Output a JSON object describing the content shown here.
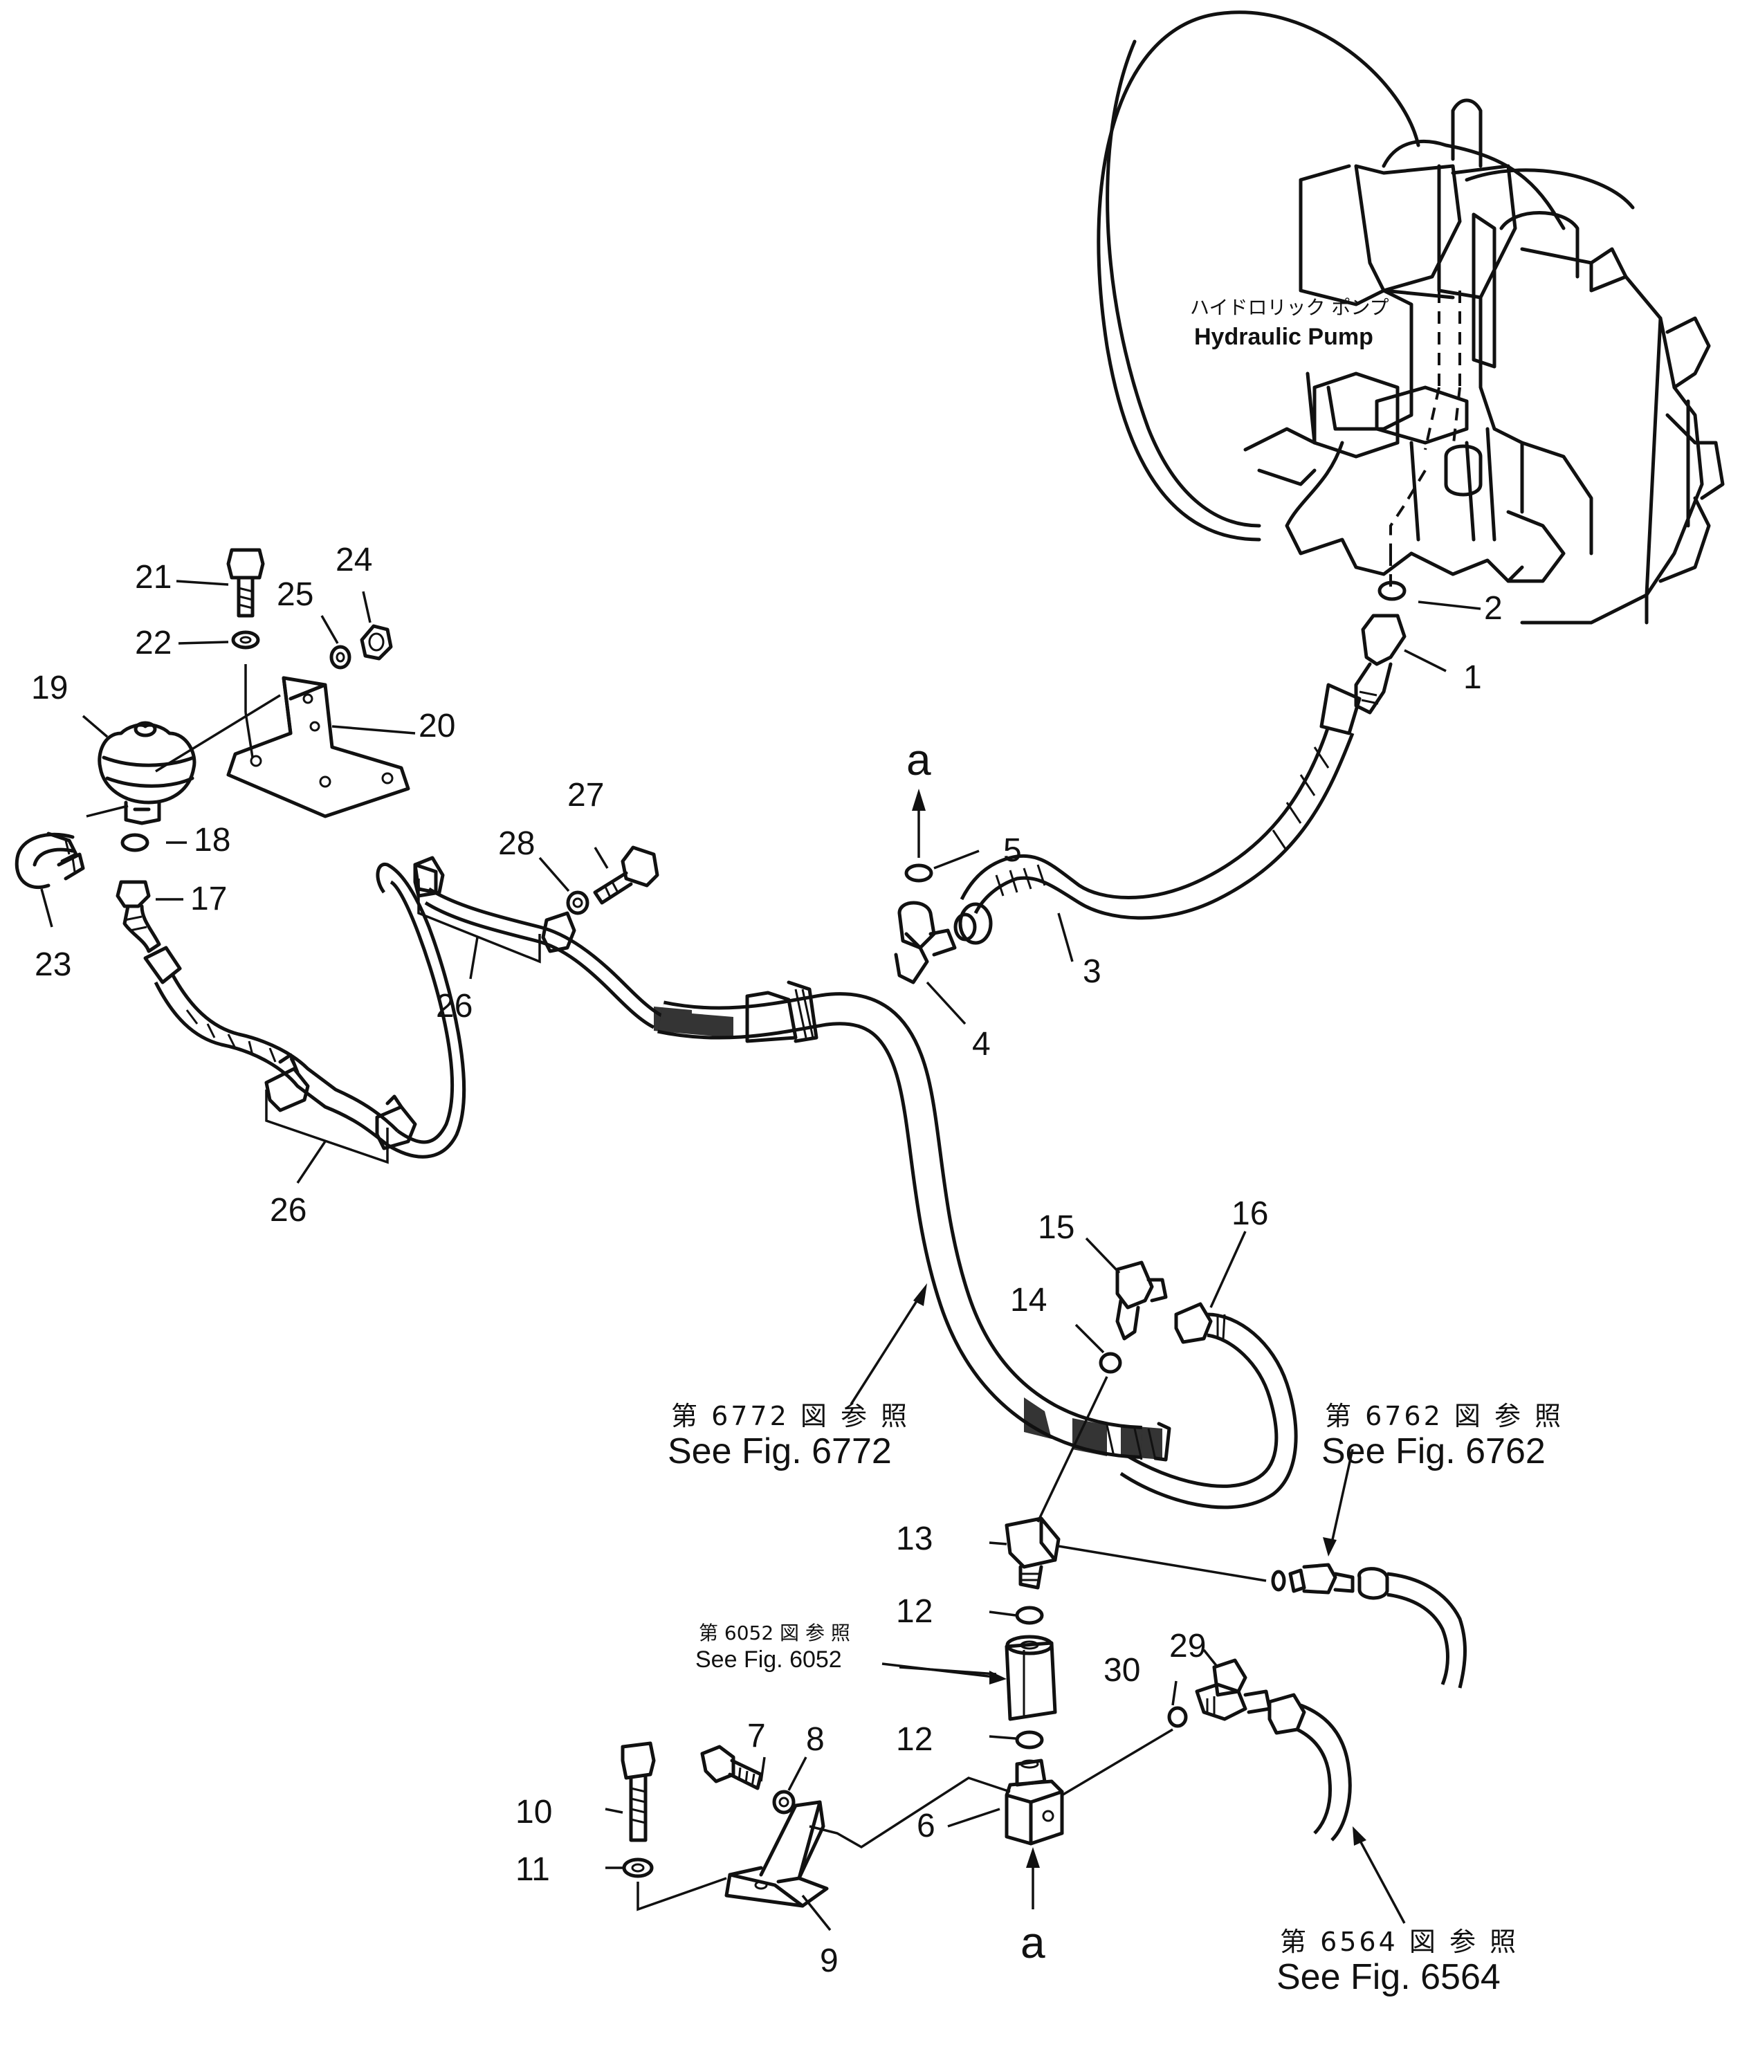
{
  "pump": {
    "label_jp": "ハイドロリック ポンプ",
    "label_en": "Hydraulic Pump"
  },
  "refs": {
    "fig6772": {
      "jp": "第 6772 図 参 照",
      "en": "See Fig. 6772"
    },
    "fig6762": {
      "jp": "第 6762 図 参 照",
      "en": "See Fig. 6762"
    },
    "fig6052": {
      "jp": "第 6052 図 参 照",
      "en": "See Fig. 6052"
    },
    "fig6564": {
      "jp": "第 6564 図 参 照",
      "en": "See Fig. 6564"
    }
  },
  "connection_label": "a",
  "callouts": {
    "c1": "1",
    "c2": "2",
    "c3": "3",
    "c4": "4",
    "c5": "5",
    "c6": "6",
    "c7": "7",
    "c8": "8",
    "c9": "9",
    "c10": "10",
    "c11": "11",
    "c12a": "12",
    "c12b": "12",
    "c13": "13",
    "c14": "14",
    "c15": "15",
    "c16": "16",
    "c17": "17",
    "c18": "18",
    "c19": "19",
    "c20": "20",
    "c21": "21",
    "c22": "22",
    "c23": "23",
    "c24": "24",
    "c25": "25",
    "c26a": "26",
    "c26b": "26",
    "c27": "27",
    "c28": "28",
    "c29": "29",
    "c30": "30"
  }
}
